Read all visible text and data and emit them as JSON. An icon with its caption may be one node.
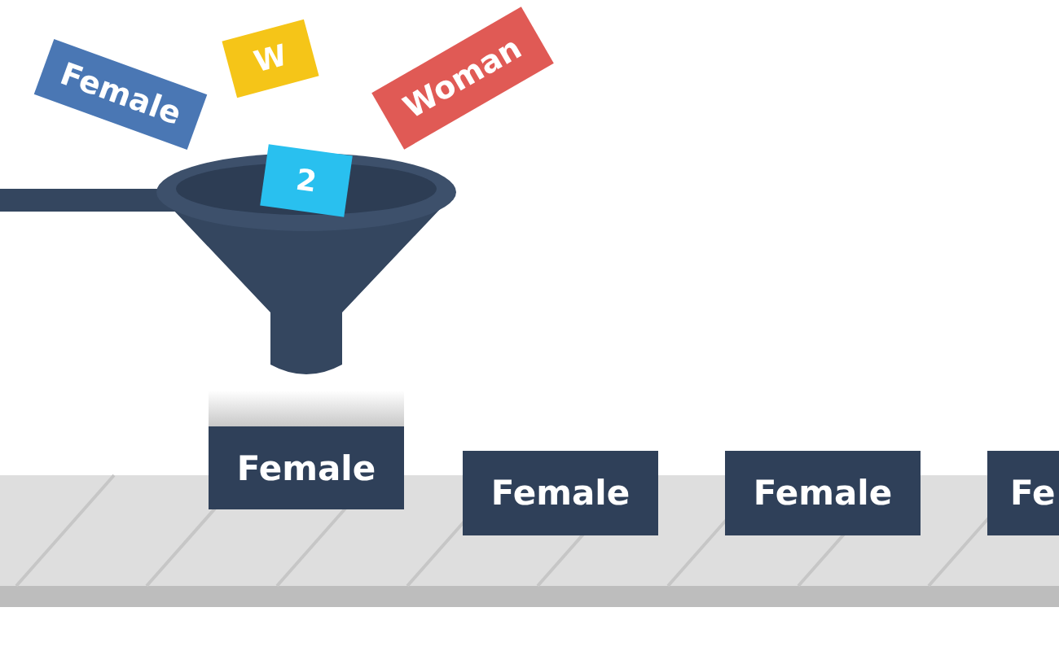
{
  "diagram": {
    "nodes": [
      {
        "text": [
          "Female"
        ]
      },
      {
        "text": [
          "W"
        ]
      },
      {
        "text": [
          "Woman"
        ]
      },
      {
        "text": [
          "2"
        ]
      },
      {
        "text": [
          "Female"
        ]
      },
      {
        "text": [
          "Female"
        ]
      },
      {
        "text": [
          "Female"
        ]
      },
      {
        "text": [
          "Fe"
        ]
      }
    ]
  }
}
